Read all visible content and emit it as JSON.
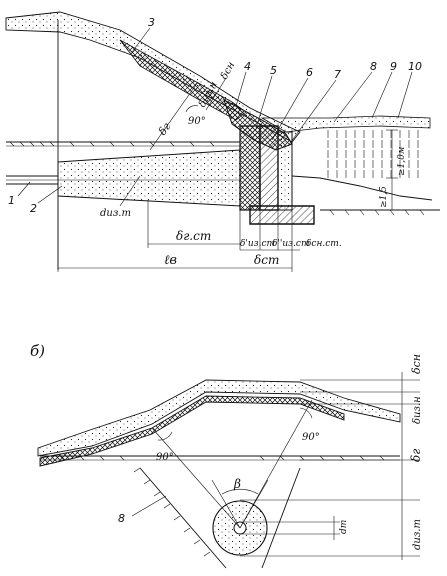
{
  "part_a": {
    "callouts": [
      "1",
      "2",
      "3",
      "4",
      "5",
      "6",
      "7",
      "8",
      "9",
      "10"
    ],
    "dims": {
      "delta_iz_n": "δиз.н",
      "delta_sn": "δсн",
      "delta_g": "δг",
      "angle": "90°",
      "d_iz_t": "dиз.т",
      "delta_g_st": "δг.ст",
      "delta_iz_st": "δ'из.ст",
      "delta_iz_st2": "δ''из.ст",
      "delta_sn_st": "δсн.ст.",
      "l_v": "ℓв",
      "delta_st": "δст",
      "h_right": "≥1,0м",
      "h_right2": "≥1,5"
    }
  },
  "part_b": {
    "label": "б)",
    "callout": "8",
    "dims": {
      "delta_sn": "δсн",
      "delta_iz_n": "δиз.н",
      "delta_g": "δг",
      "d_iz_t": "dиз.т",
      "d_t": "dт",
      "angle_left": "90°",
      "angle_right": "90°",
      "beta": "β"
    }
  }
}
